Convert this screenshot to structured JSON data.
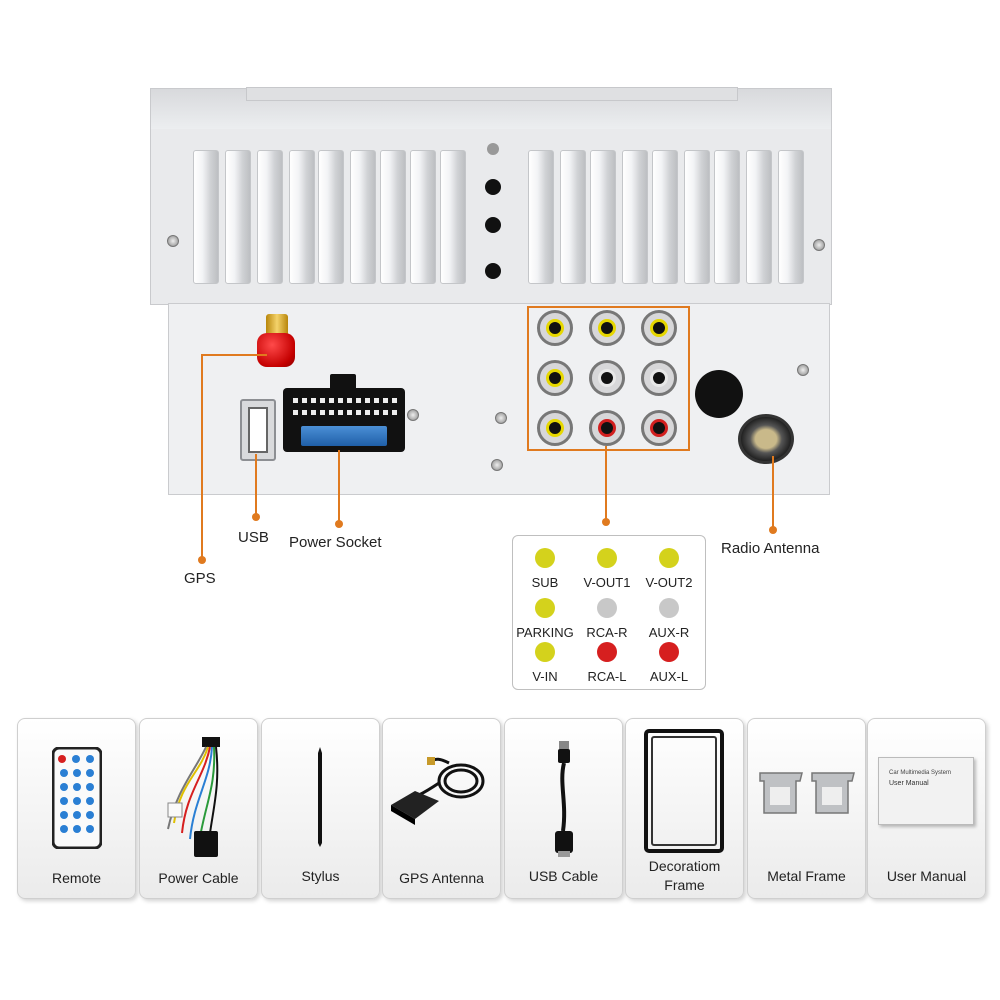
{
  "callouts": {
    "gps": "GPS",
    "usb": "USB",
    "power_socket": "Power Socket",
    "radio_antenna": "Radio Antenna"
  },
  "legend": {
    "items": [
      {
        "label": "SUB",
        "color": "#d4d21c"
      },
      {
        "label": "V-OUT1",
        "color": "#d4d21c"
      },
      {
        "label": "V-OUT2",
        "color": "#d4d21c"
      },
      {
        "label": "PARKING",
        "color": "#d4d21c"
      },
      {
        "label": "RCA-R",
        "color": "#c8c8c8"
      },
      {
        "label": "AUX-R",
        "color": "#c8c8c8"
      },
      {
        "label": "V-IN",
        "color": "#d4d21c"
      },
      {
        "label": "RCA-L",
        "color": "#d61f1f"
      },
      {
        "label": "AUX-L",
        "color": "#d61f1f"
      }
    ]
  },
  "accessories": [
    {
      "label": "Remote",
      "icon": "remote-icon"
    },
    {
      "label": "Power Cable",
      "icon": "power-cable-icon"
    },
    {
      "label": "Stylus",
      "icon": "stylus-icon"
    },
    {
      "label": "GPS Antenna",
      "icon": "gps-antenna-icon"
    },
    {
      "label": "USB Cable",
      "icon": "usb-cable-icon"
    },
    {
      "label": "Decoratiom\nFrame",
      "line1": "Decoratiom",
      "line2": "Frame",
      "icon": "decoration-frame-icon"
    },
    {
      "label": "Metal Frame",
      "icon": "metal-frame-icon"
    },
    {
      "label": "User Manual",
      "icon": "user-manual-icon",
      "cover_line1": "Car Multimedia System",
      "cover_line2": "User Manual"
    }
  ],
  "colors": {
    "accent": "#e07a1f"
  }
}
